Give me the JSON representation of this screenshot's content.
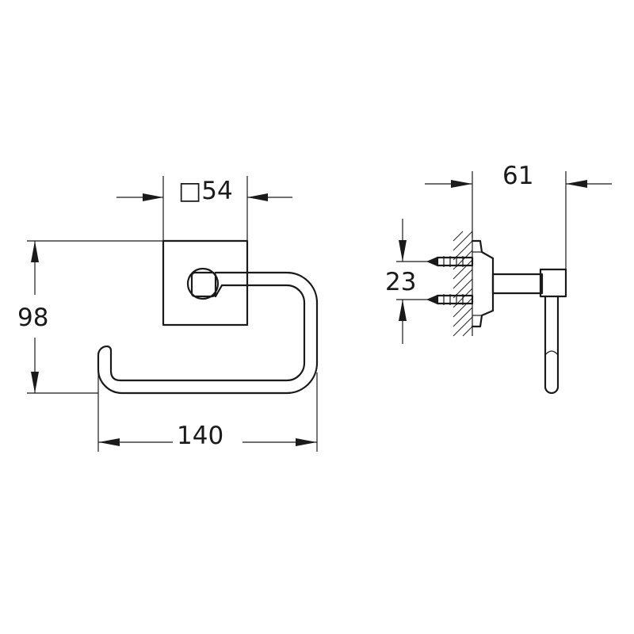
{
  "dimensions": {
    "square_plate": "□54",
    "height": "98",
    "width": "140",
    "depth": "61",
    "screw_spacing": "23"
  }
}
